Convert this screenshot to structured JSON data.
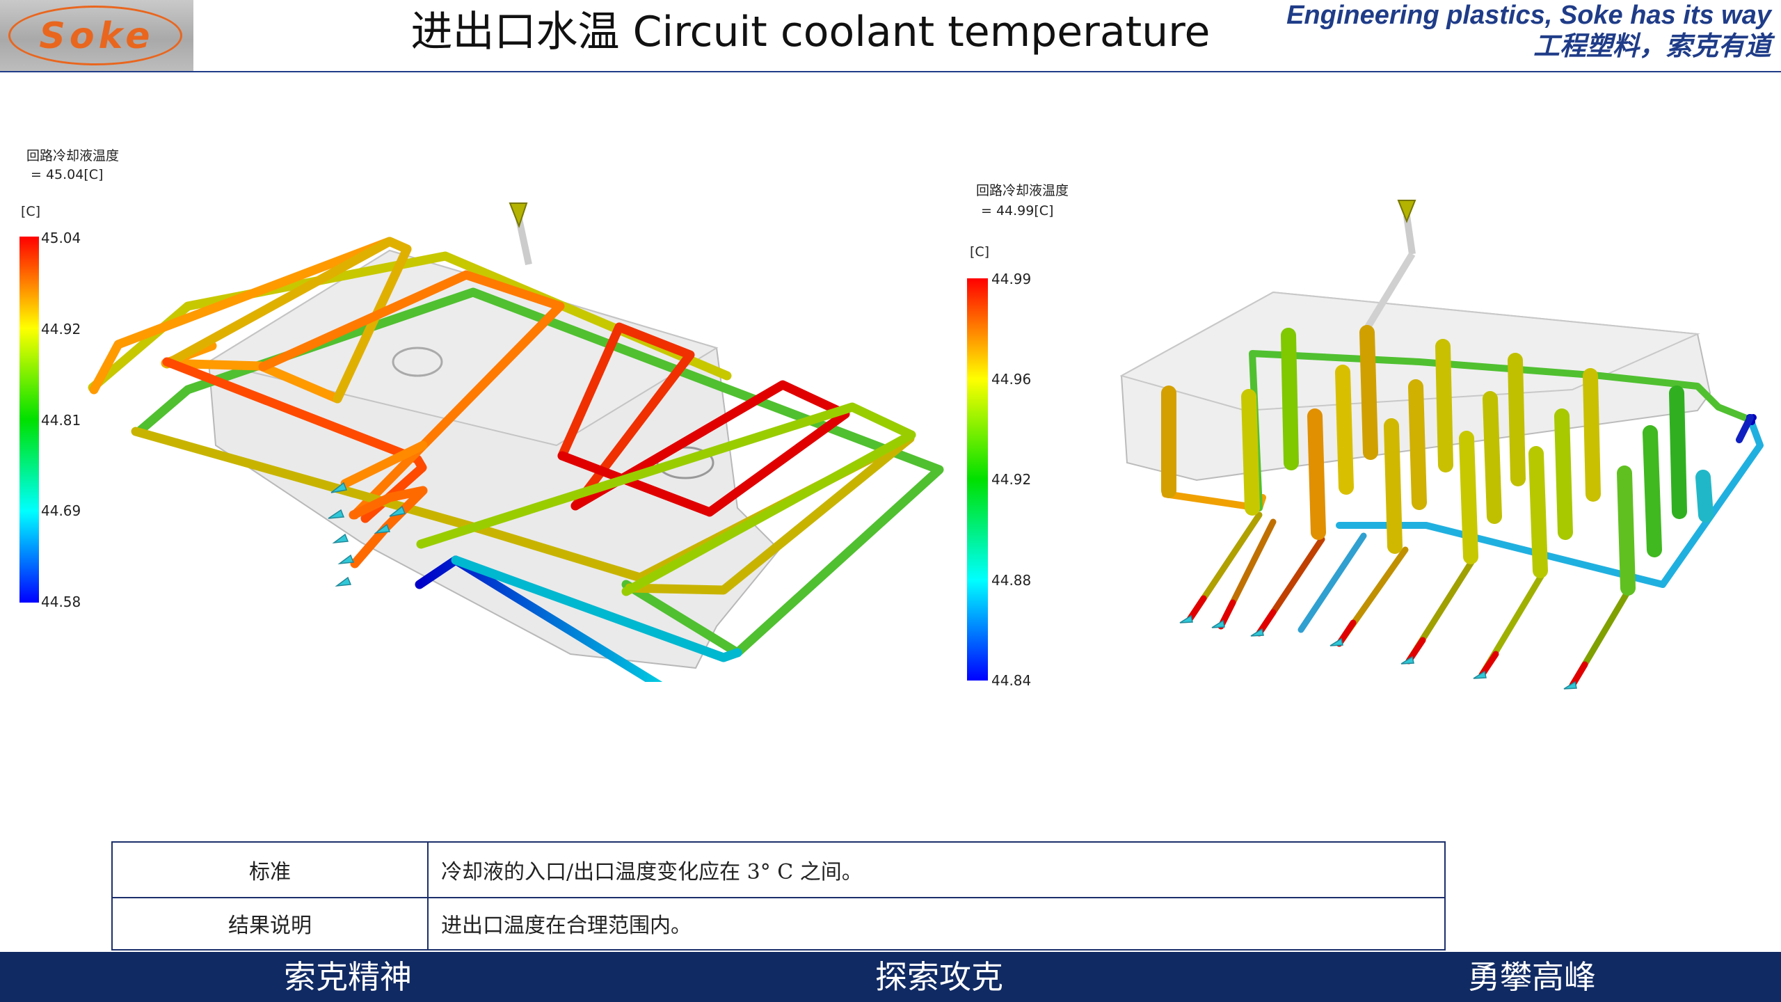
{
  "header": {
    "logo_text": "Soke",
    "title": "进出口水温 Circuit coolant temperature",
    "slogan_en": "Engineering plastics, Soke has its way",
    "slogan_cn": "工程塑料，索克有道"
  },
  "plots": [
    {
      "result_name": "回路冷却液温度",
      "result_value": "= 45.04[C]",
      "unit": "[C]",
      "ticks": [
        "45.04",
        "44.92",
        "44.81",
        "44.69",
        "44.58"
      ]
    },
    {
      "result_name": "回路冷却液温度",
      "result_value": "= 44.99[C]",
      "unit": "[C]",
      "ticks": [
        "44.99",
        "44.96",
        "44.92",
        "44.88",
        "44.84"
      ]
    }
  ],
  "table": {
    "rows": [
      {
        "key": "标准",
        "value": "冷却液的入口/出口温度变化应在 3° C 之间。"
      },
      {
        "key": "结果说明",
        "value": "进出口温度在合理范围内。"
      }
    ]
  },
  "footer": {
    "items": [
      "索克精神",
      "探索攻克",
      "勇攀高峰"
    ]
  },
  "colors": {
    "brand_blue": "#1f3c88",
    "footer_bg": "#102a63",
    "logo_orange": "#e9661e"
  },
  "icons": [
    "injection-cone-icon",
    "inlet-arrow-icon"
  ]
}
